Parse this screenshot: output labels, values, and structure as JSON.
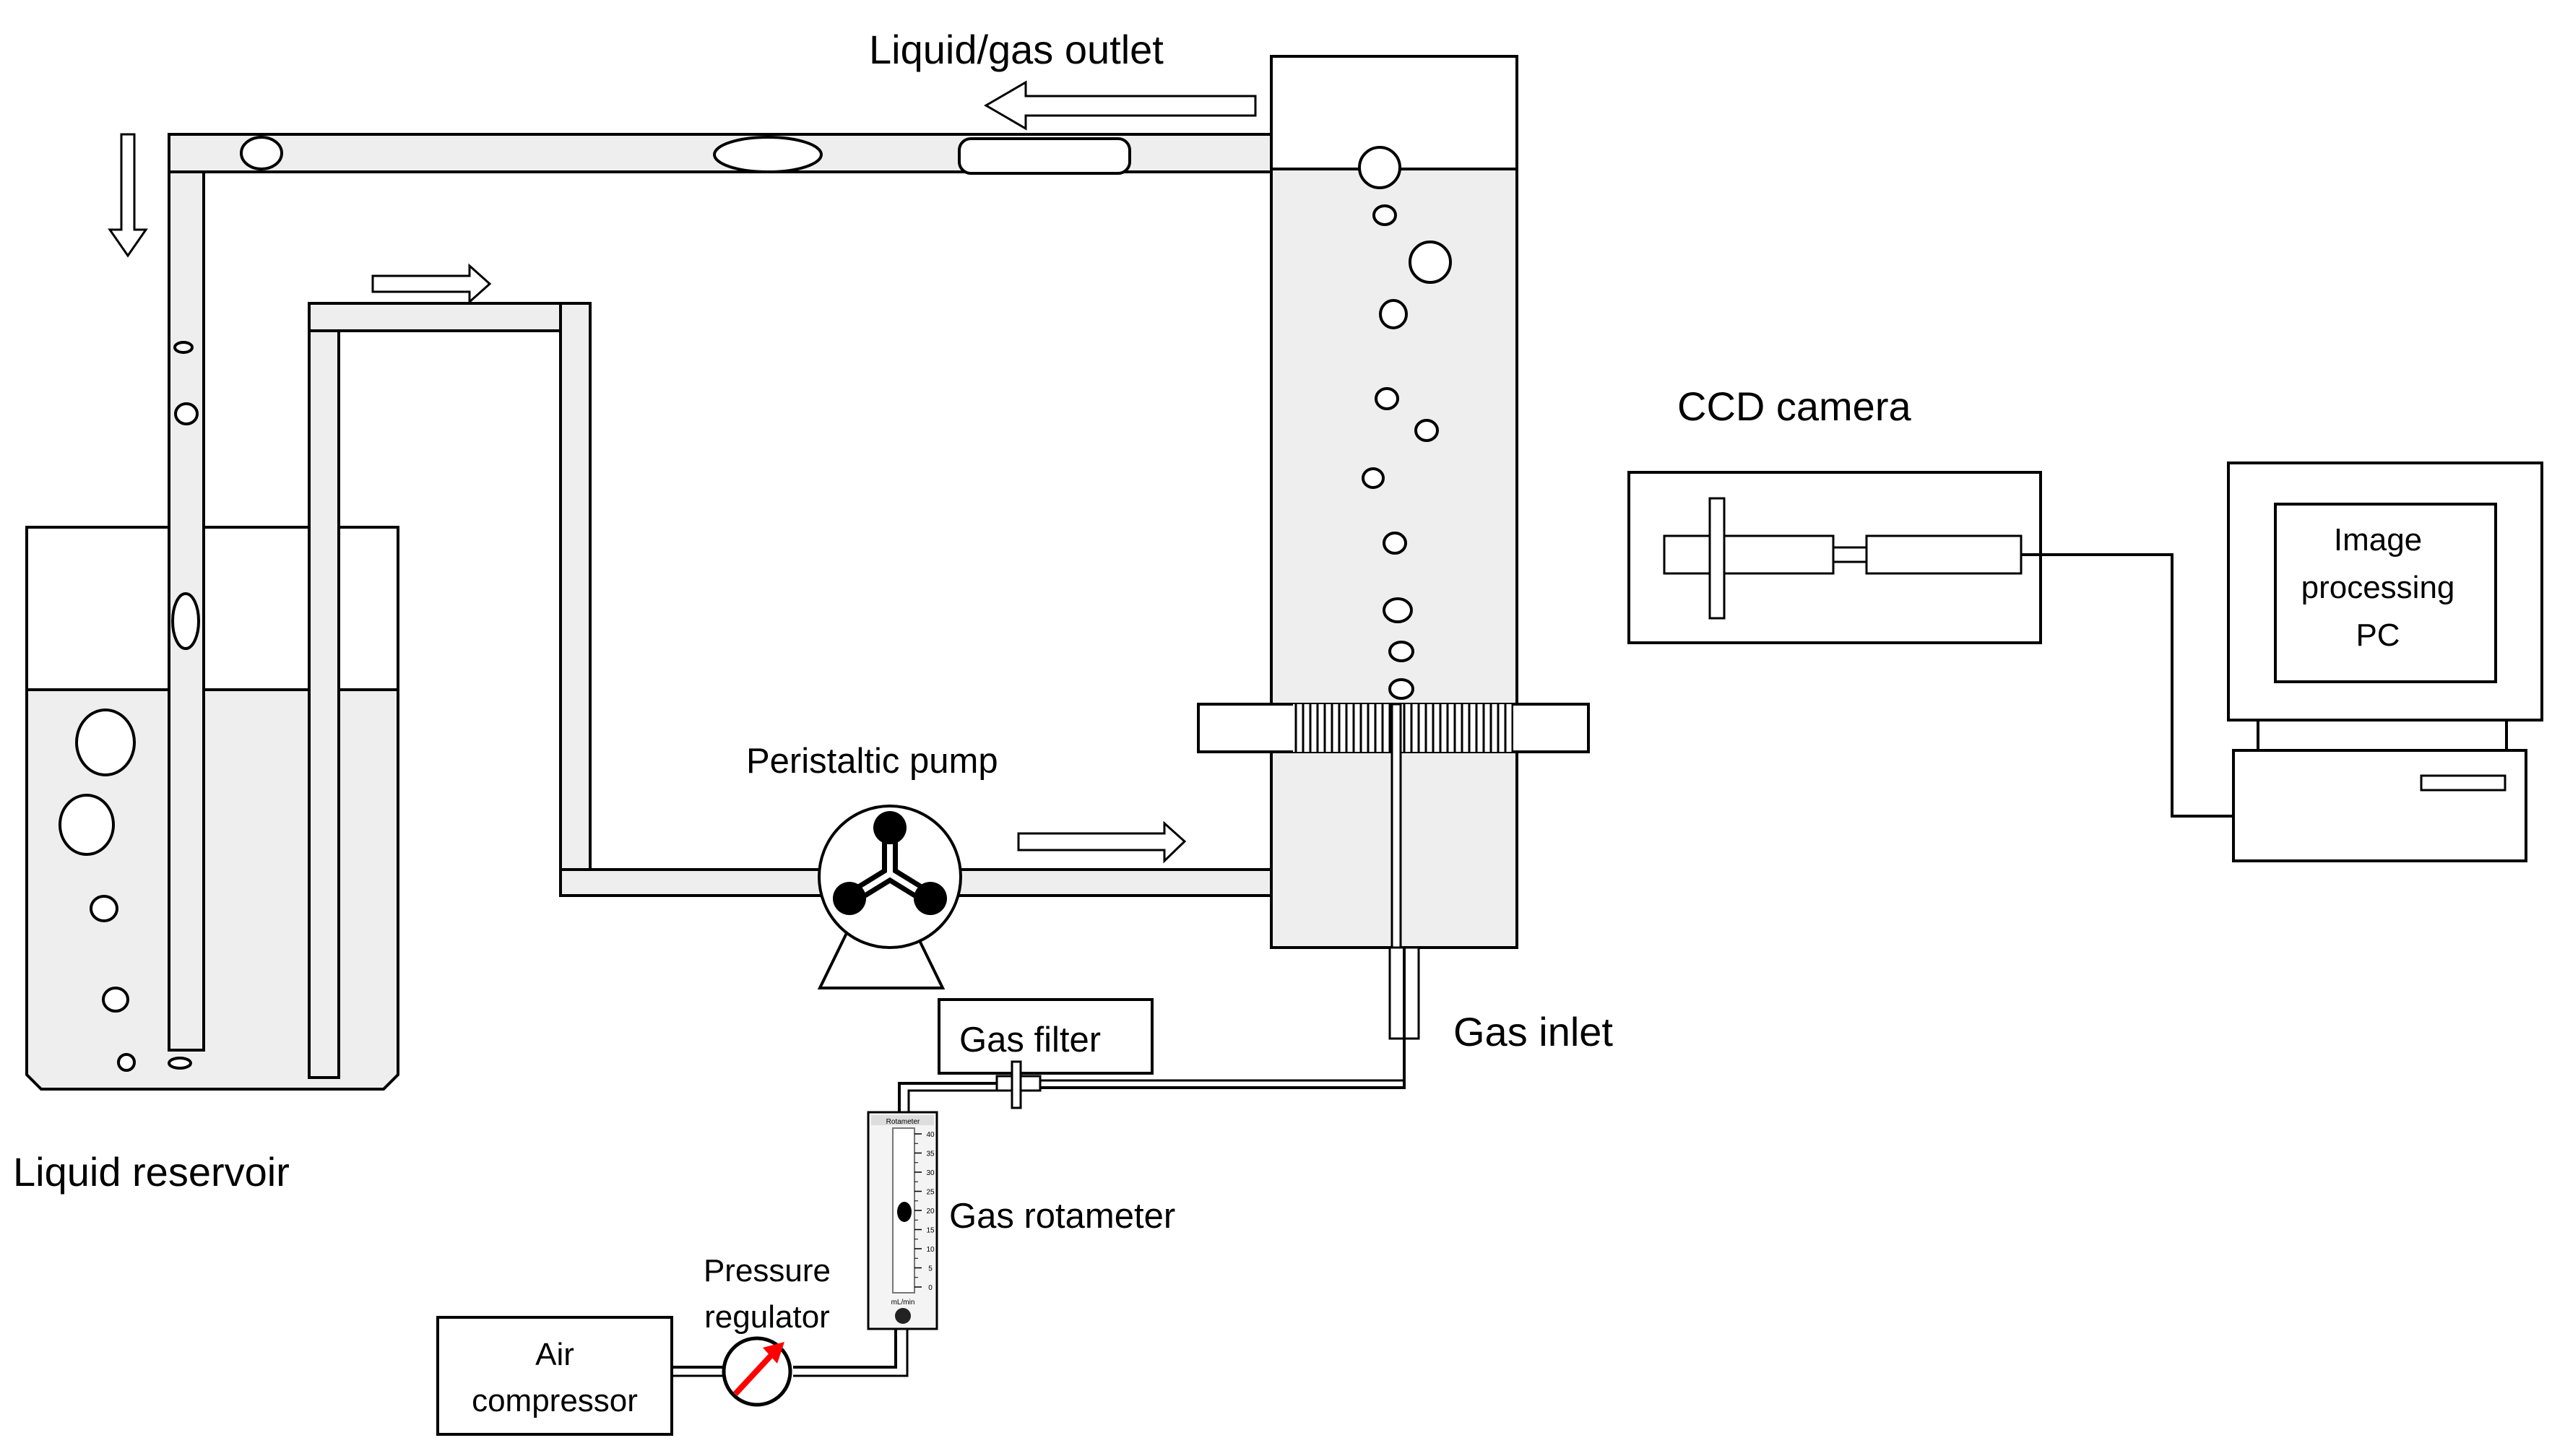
{
  "labels": {
    "outlet": "Liquid/gas outlet",
    "camera": "CCD camera",
    "pc_line1": "Image",
    "pc_line2": "processing",
    "pc_line3": "PC",
    "pump": "Peristaltic pump",
    "gas_inlet": "Gas inlet",
    "gas_filter": "Gas filter",
    "rotameter": "Gas rotameter",
    "regulator_line1": "Pressure",
    "regulator_line2": "regulator",
    "compressor_line1": "Air",
    "compressor_line2": "compressor",
    "reservoir": "Liquid reservoir",
    "rotameter_title": "Rotameter",
    "rotameter_unit": "mL/min"
  },
  "rotameter_scale": [
    "40",
    "35",
    "30",
    "25",
    "20",
    "15",
    "10",
    "5",
    "0"
  ],
  "colors": {
    "liquid": "#eeeeee",
    "outline": "#000000",
    "regulator_needle": "#ff0000",
    "background": "#ffffff"
  }
}
